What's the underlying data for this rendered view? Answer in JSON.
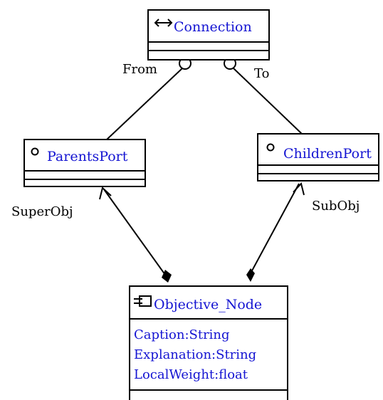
{
  "nodes": {
    "connection": {
      "name": "Connection",
      "icon": "bidirectional-arrow-icon"
    },
    "parents_port": {
      "name": "ParentsPort",
      "icon": "port-circle-icon"
    },
    "children_port": {
      "name": "ChildrenPort",
      "icon": "port-circle-icon"
    },
    "objective_node": {
      "name": "Objective_Node",
      "icon": "component-icon",
      "attributes": [
        "Caption:String",
        "Explanation:String",
        "LocalWeight:float"
      ]
    }
  },
  "edges": {
    "from_label": "From",
    "to_label": "To",
    "superobj_label": "SuperObj",
    "subobj_label": "SubObj"
  },
  "colors": {
    "name_text": "#1414d2",
    "lines": "#000000",
    "background": "#ffffff"
  }
}
